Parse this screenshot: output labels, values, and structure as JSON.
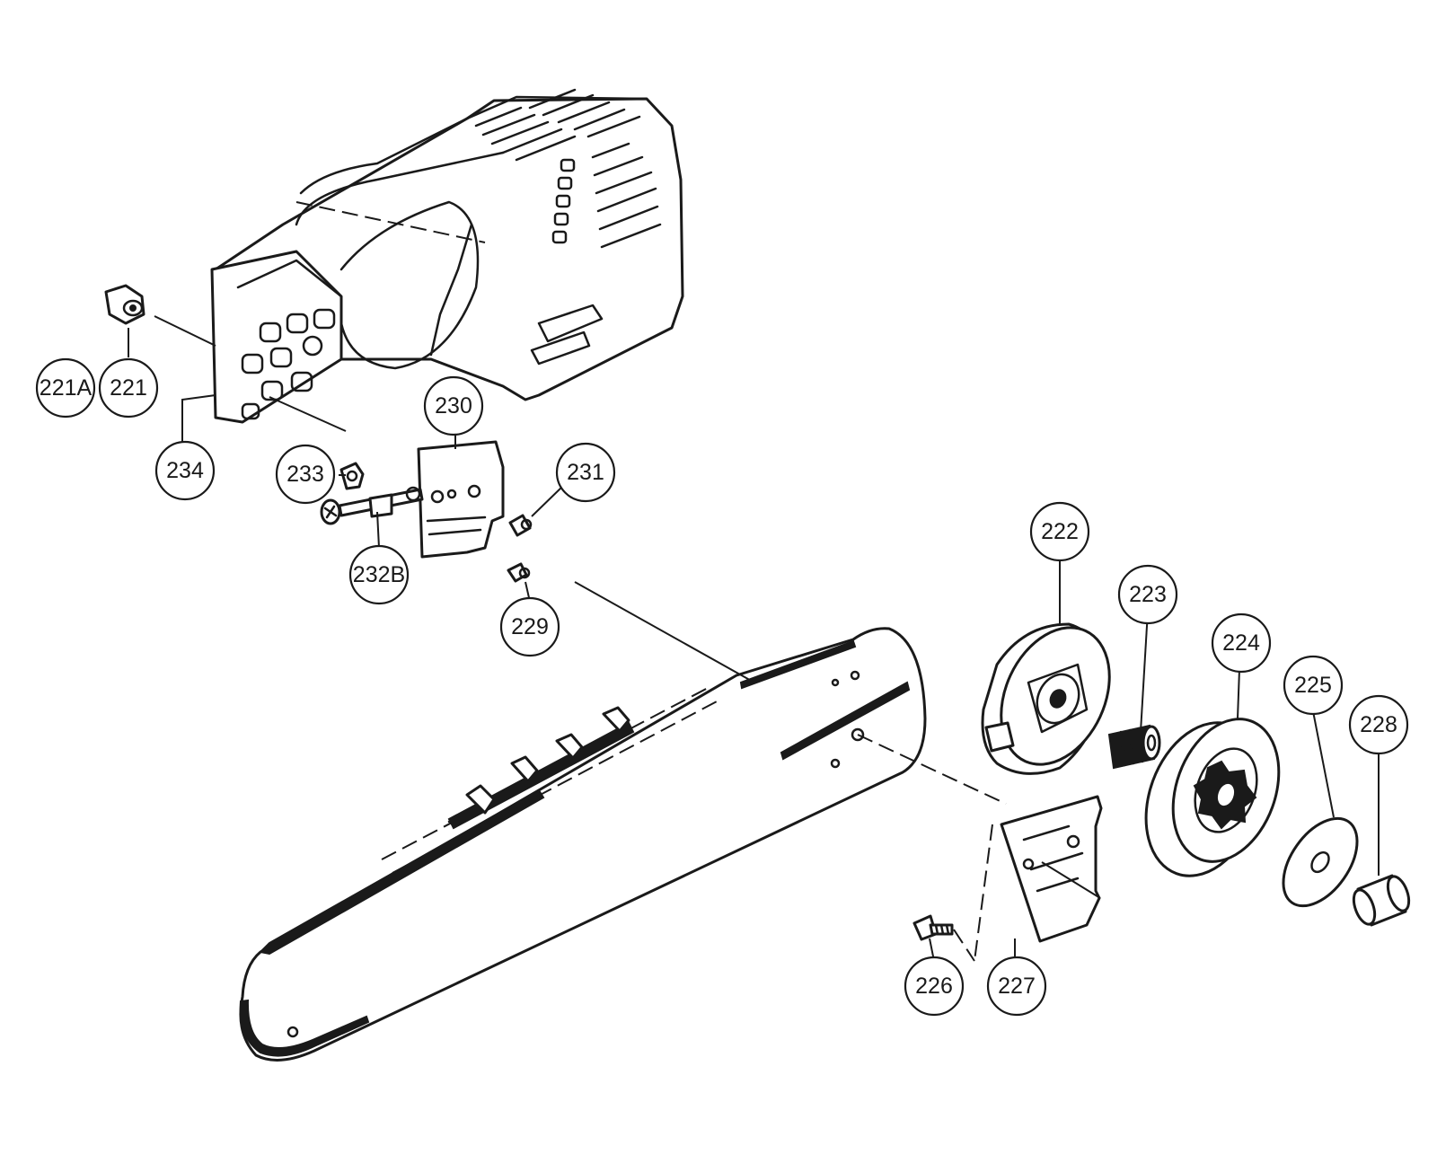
{
  "colors": {
    "line": "#1a1a1a",
    "background": "#ffffff"
  },
  "callouts": [
    {
      "id": "c221a",
      "label": "221A"
    },
    {
      "id": "c221",
      "label": "221"
    },
    {
      "id": "c234",
      "label": "234"
    },
    {
      "id": "c230",
      "label": "230"
    },
    {
      "id": "c233",
      "label": "233"
    },
    {
      "id": "c231",
      "label": "231"
    },
    {
      "id": "c232b",
      "label": "232B"
    },
    {
      "id": "c229",
      "label": "229"
    },
    {
      "id": "c222",
      "label": "222"
    },
    {
      "id": "c223",
      "label": "223"
    },
    {
      "id": "c224",
      "label": "224"
    },
    {
      "id": "c225",
      "label": "225"
    },
    {
      "id": "c228",
      "label": "228"
    },
    {
      "id": "c226",
      "label": "226"
    },
    {
      "id": "c227",
      "label": "227"
    }
  ]
}
